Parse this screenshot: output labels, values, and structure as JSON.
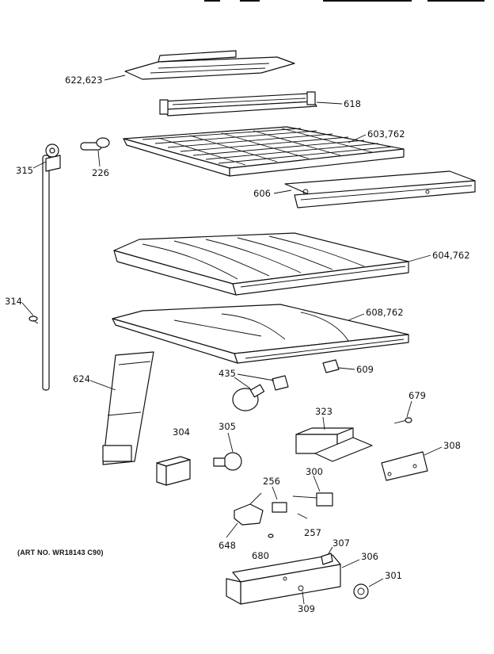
{
  "diagram": {
    "art_number": "(ART NO. WR18143 C90)",
    "labels": {
      "p622_623": "622,623",
      "p618": "618",
      "p603_762": "603,762",
      "p315": "315",
      "p226": "226",
      "p606": "606",
      "p604_762": "604,762",
      "p314": "314",
      "p608_762": "608,762",
      "p624": "624",
      "p435": "435",
      "p609": "609",
      "p679": "679",
      "p323": "323",
      "p304": "304",
      "p305": "305",
      "p308": "308",
      "p256": "256",
      "p300": "300",
      "p257": "257",
      "p648": "648",
      "p680": "680",
      "p307": "307",
      "p306": "306",
      "p301": "301",
      "p309": "309"
    }
  }
}
